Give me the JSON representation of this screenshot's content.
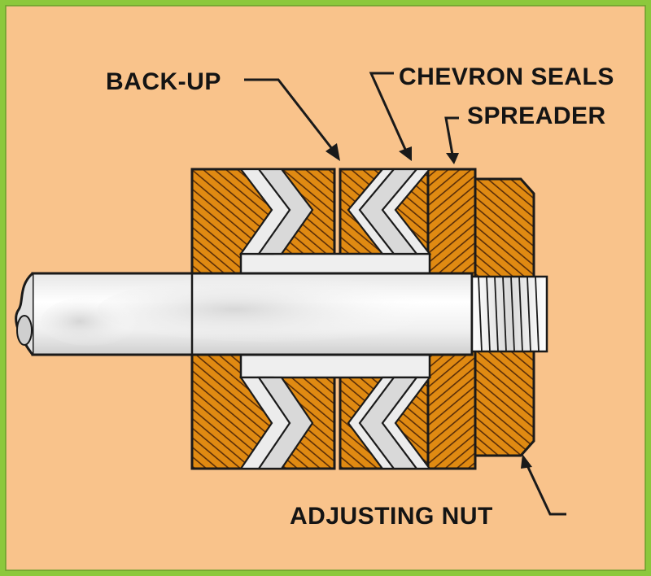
{
  "labels": {
    "back_up": "BACK-UP",
    "chevron_seals": "CHEVRON SEALS",
    "spreader": "SPREADER",
    "adjusting_nut": "ADJUSTING NUT"
  },
  "colors": {
    "frame_green": "#8cc83c",
    "background": "#f9c38b",
    "seal_body": "#e08a12",
    "hatch": "#5a2e08",
    "chevron": "#ececec",
    "rod": "#f4f4f4",
    "outline": "#1a1a1a"
  }
}
